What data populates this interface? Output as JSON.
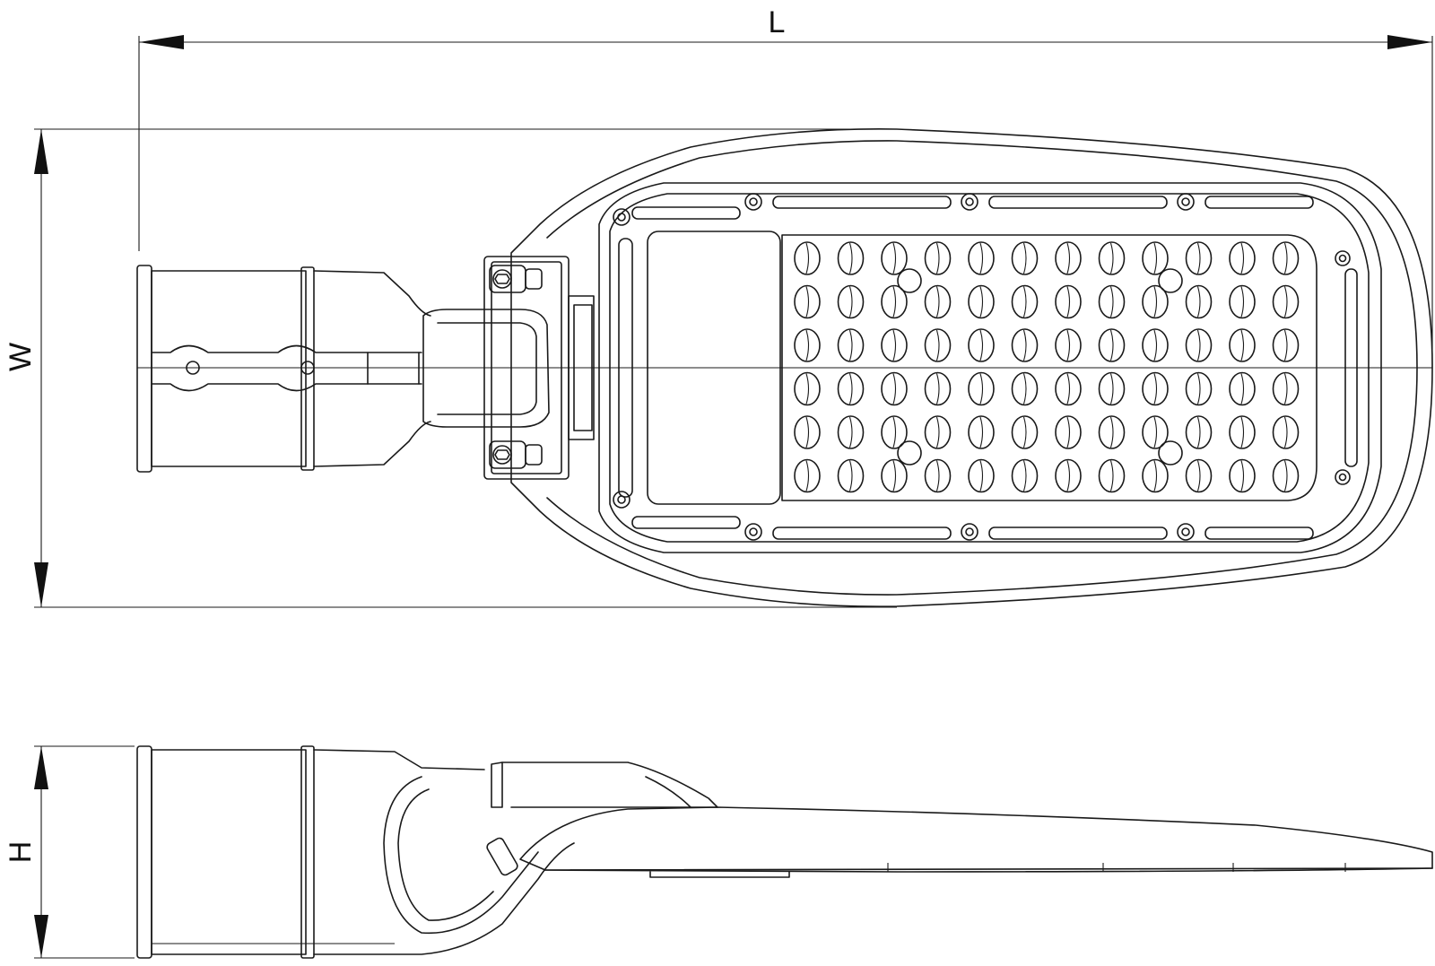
{
  "dimensions": {
    "length_label": "L",
    "width_label": "W",
    "height_label": "H"
  },
  "led_array": {
    "columns": 12,
    "rows": 6
  },
  "colors": {
    "line": "#1a1a1a",
    "background": "#ffffff"
  }
}
